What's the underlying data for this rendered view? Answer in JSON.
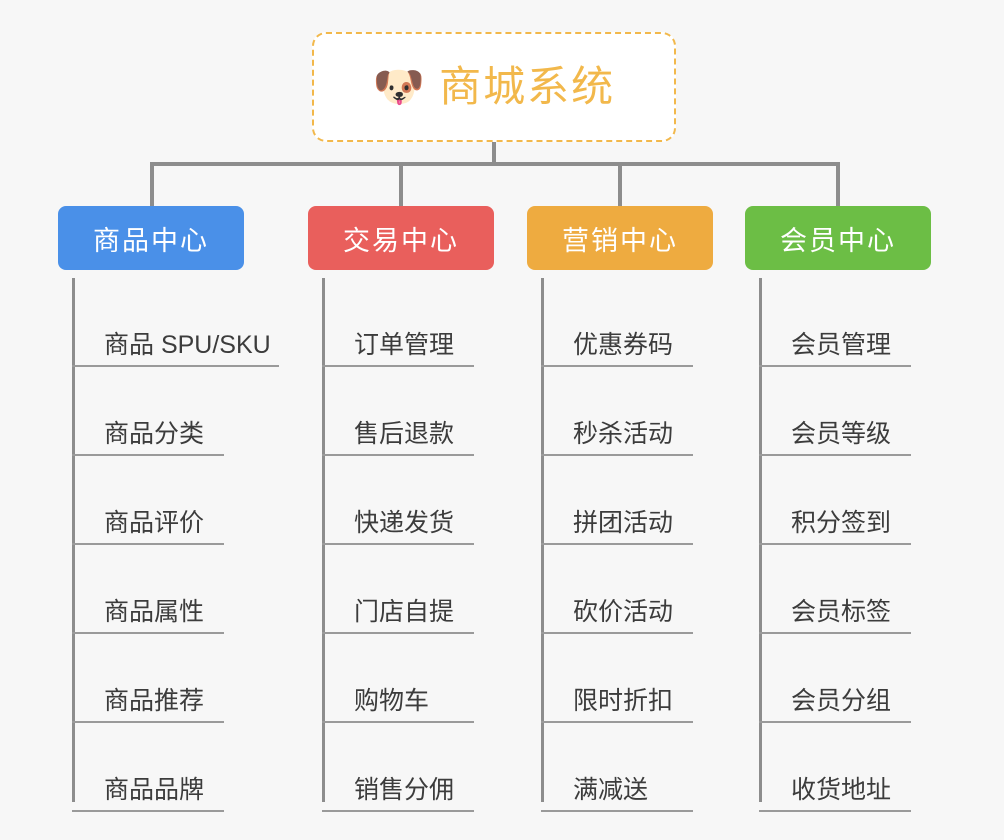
{
  "page": {
    "background_color": "#f7f7f7",
    "type": "mindmap"
  },
  "root": {
    "title": "商城系统",
    "icon": "shiba-dog-face-icon",
    "emoji": "🐶",
    "text_color": "#f2b84b",
    "border_color": "#f2b84b",
    "background_color": "#ffffff"
  },
  "connector": {
    "color": "#8d8d8d"
  },
  "branches": [
    {
      "label": "商品中心",
      "color": "#4a90e8",
      "items": [
        "商品 SPU/SKU",
        "商品分类",
        "商品评价",
        "商品属性",
        "商品推荐",
        "商品品牌"
      ]
    },
    {
      "label": "交易中心",
      "color": "#e95f5c",
      "items": [
        "订单管理",
        "售后退款",
        "快递发货",
        "门店自提",
        "购物车",
        "销售分佣"
      ]
    },
    {
      "label": "营销中心",
      "color": "#eeab40",
      "items": [
        "优惠券码",
        "秒杀活动",
        "拼团活动",
        "砍价活动",
        "限时折扣",
        "满减送"
      ]
    },
    {
      "label": "会员中心",
      "color": "#6cbe45",
      "items": [
        "会员管理",
        "会员等级",
        "积分签到",
        "会员标签",
        "会员分组",
        "收货地址"
      ]
    }
  ]
}
